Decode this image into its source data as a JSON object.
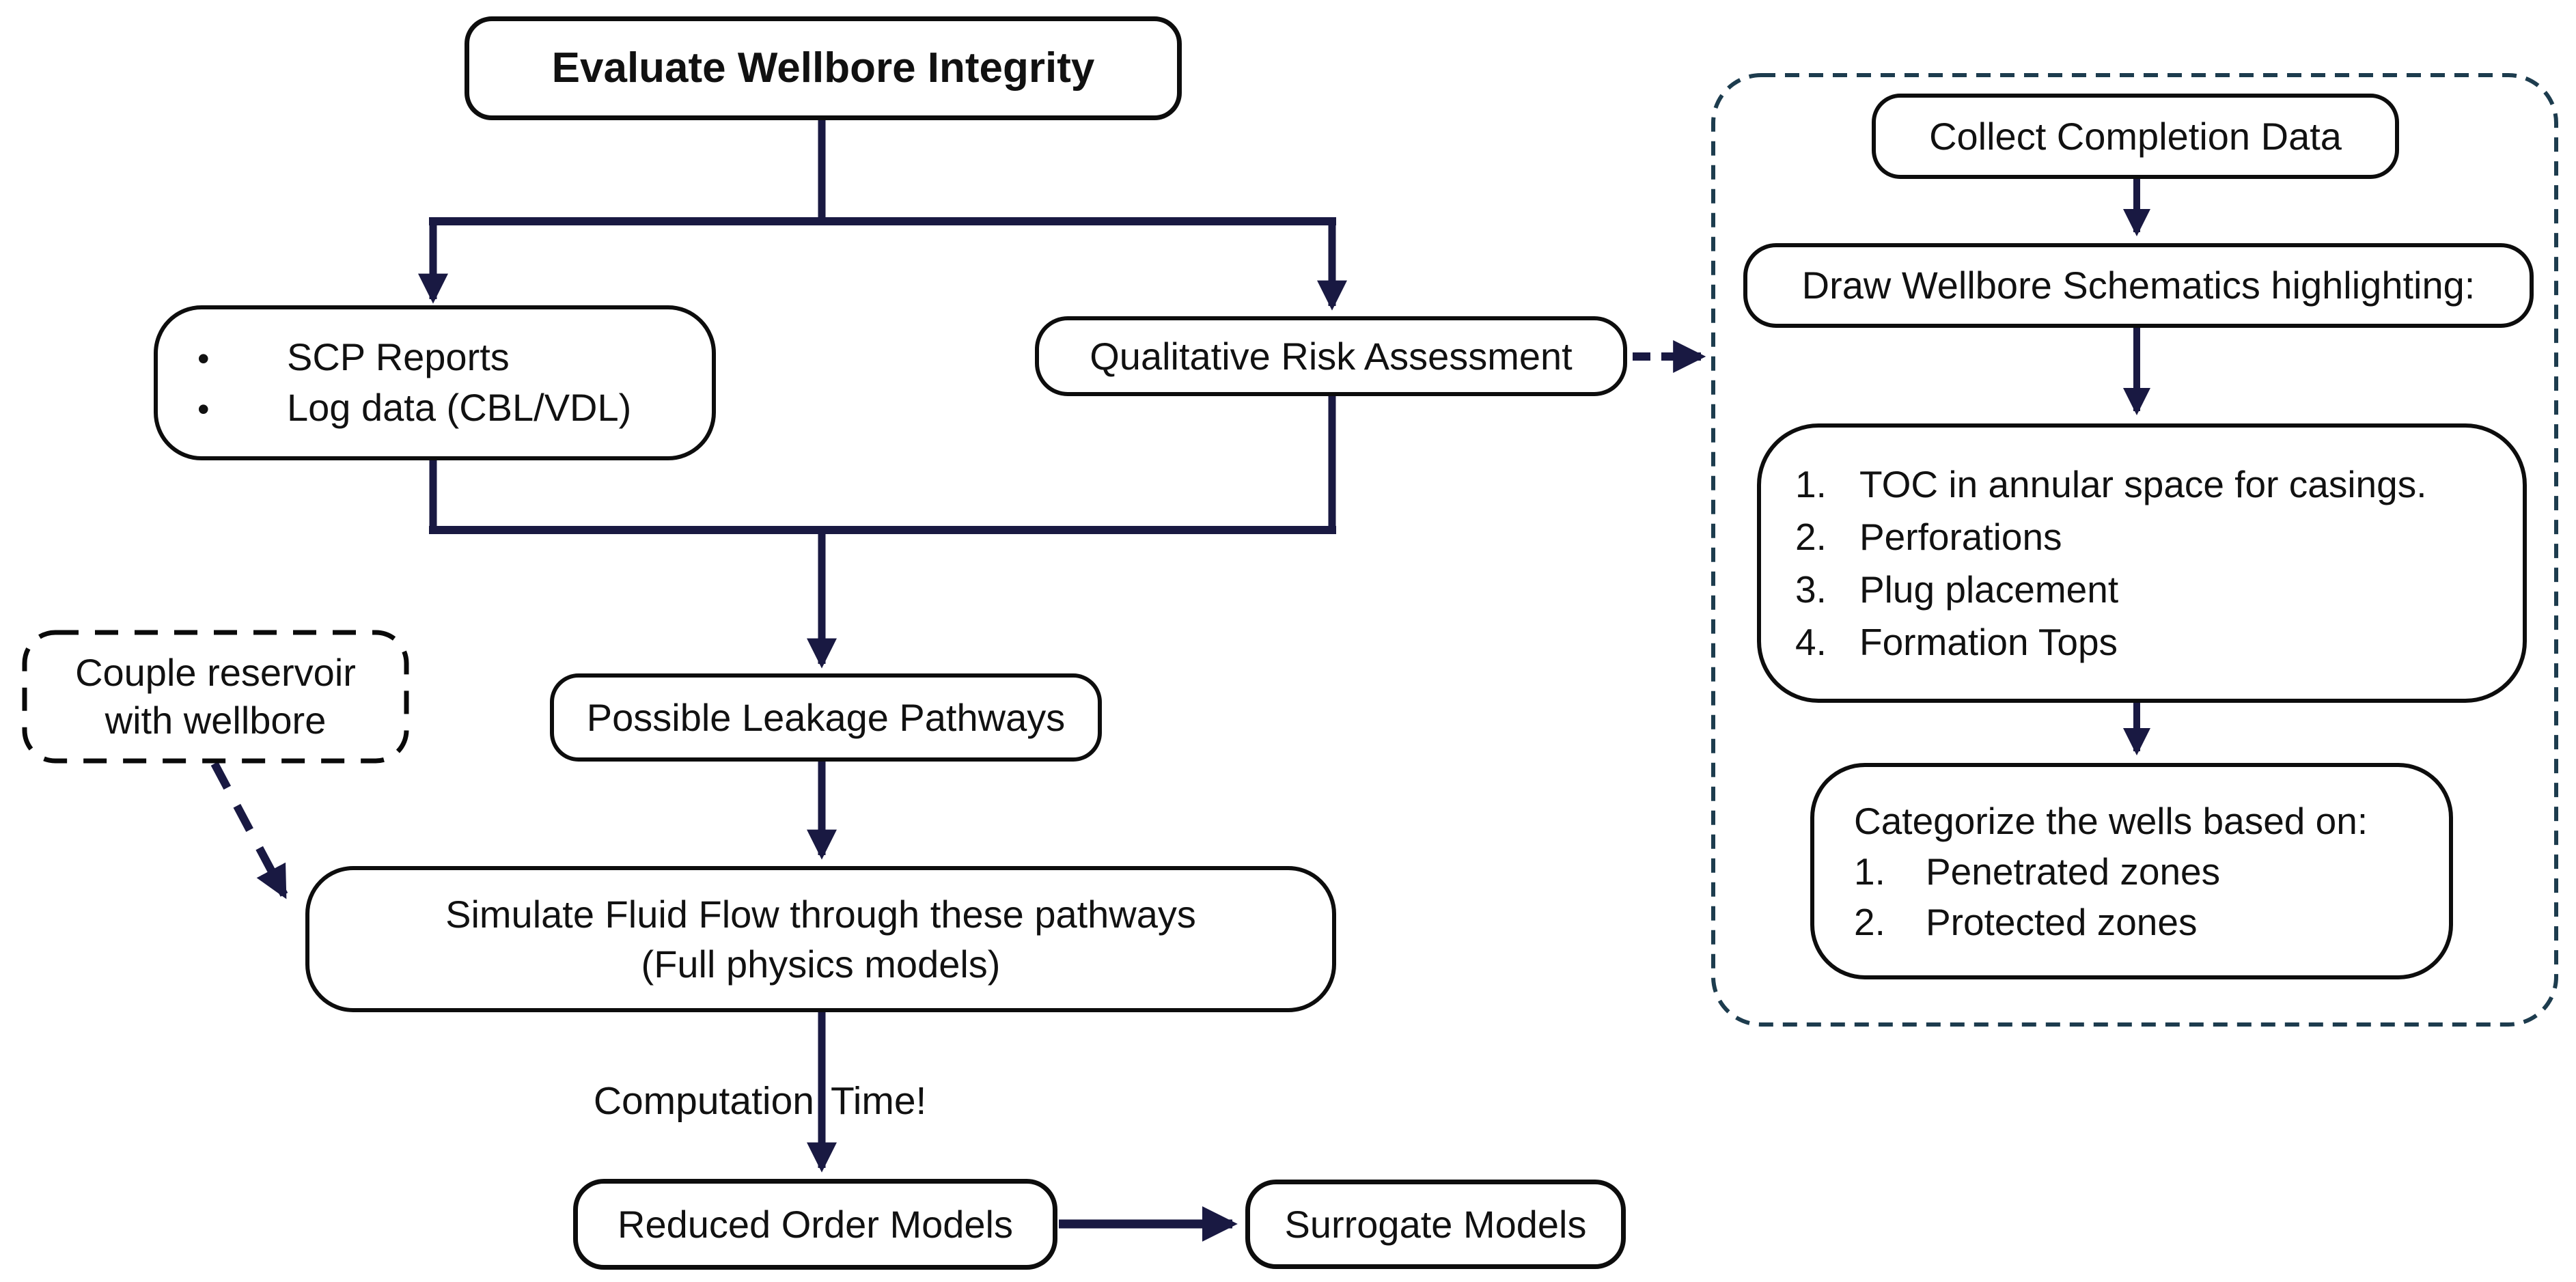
{
  "diagram": {
    "title": "Evaluate Wellbore Integrity",
    "data_sources": {
      "bullet": "•",
      "items": [
        "SCP Reports",
        "Log data (CBL/VDL)"
      ]
    },
    "qualitative_risk": "Qualitative Risk Assessment",
    "possible_leakage": "Possible Leakage Pathways",
    "simulate": {
      "line1": "Simulate Fluid Flow through these pathways",
      "line2": "(Full physics models)"
    },
    "couple_note": {
      "line1": "Couple reservoir",
      "line2": "with wellbore"
    },
    "computation_label": {
      "word1": "Computation",
      "word2": "Time!"
    },
    "reduced_order": "Reduced Order Models",
    "surrogate": "Surrogate Models"
  },
  "panel": {
    "collect": "Collect Completion Data",
    "draw": "Draw Wellbore Schematics highlighting:",
    "highlights": [
      {
        "num": "1.",
        "text": "TOC in annular space for casings."
      },
      {
        "num": "2.",
        "text": "Perforations"
      },
      {
        "num": "3.",
        "text": "Plug placement"
      },
      {
        "num": "4.",
        "text": "Formation Tops"
      }
    ],
    "categorize": {
      "heading": "Categorize the wells based on:",
      "items": [
        {
          "num": "1.",
          "text": "Penetrated zones"
        },
        {
          "num": "2.",
          "text": "Protected zones"
        }
      ]
    }
  },
  "colors": {
    "connector": "#191942",
    "box_border": "#0d0d0d",
    "panel_border": "#1d3c4e",
    "text": "#111111",
    "background": "#ffffff"
  }
}
